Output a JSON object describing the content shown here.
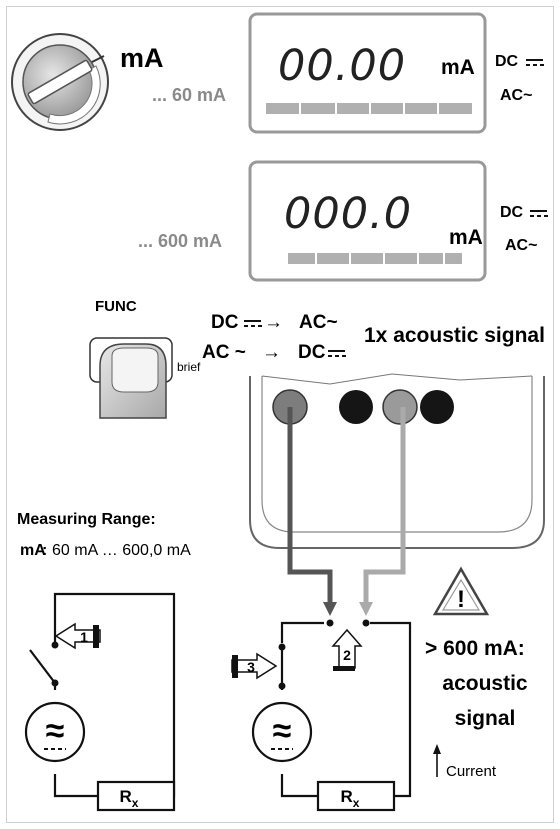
{
  "switch": {
    "label": "mA"
  },
  "displays": [
    {
      "range": "... 60 mA",
      "reading": "00.00",
      "unit": "mA",
      "mode_dc": "DC",
      "mode_ac": "AC~"
    },
    {
      "range": "... 600 mA",
      "reading": "000.0",
      "unit": "mA",
      "mode_dc": "DC",
      "mode_ac": "AC~"
    }
  ],
  "func": {
    "label": "FUNC",
    "press": "brief",
    "toggle_line1_from": "DC",
    "toggle_line1_to": "AC~",
    "toggle_line2_from": "AC ~",
    "toggle_line2_to": "DC",
    "signal": "1x acoustic signal"
  },
  "measuring_range": {
    "title": "Measuring Range:",
    "key": "mA",
    "value": "60 mA … 600,0 mA"
  },
  "warning": {
    "line1": "> 600 mA:",
    "line2": "acoustic",
    "line3": "signal",
    "icon": "warning-triangle-icon"
  },
  "circuit": {
    "step1": "1",
    "step2": "2",
    "step3": "3",
    "resistor_main": "R",
    "resistor_sub": "x",
    "current_label": "Current",
    "source_symbol": "≈"
  }
}
